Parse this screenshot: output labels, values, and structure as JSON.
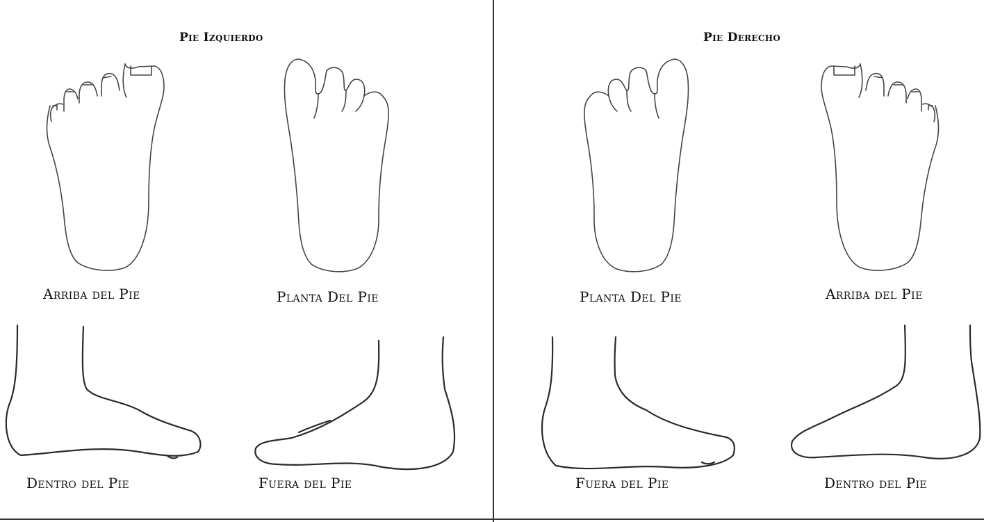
{
  "left": {
    "heading": "Pie Izquierdo",
    "top_label": "Arriba del Pie",
    "sole_label": "Planta Del Pie",
    "inside_label": "Dentro del Pie",
    "outside_label": "Fuera del Pie"
  },
  "right": {
    "heading": "Pie Derecho",
    "sole_label": "Planta Del Pie",
    "top_label": "Arriba del Pie",
    "outside_label": "Fuera del Pie",
    "inside_label": "Dentro del Pie"
  }
}
